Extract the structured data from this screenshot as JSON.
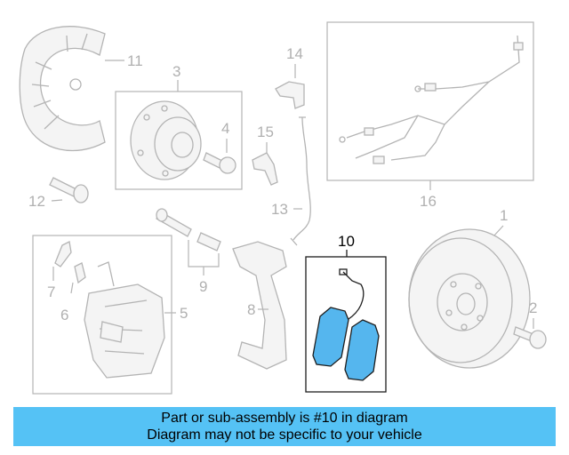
{
  "diagram": {
    "callouts": {
      "c1": "1",
      "c2": "2",
      "c3": "3",
      "c4": "4",
      "c5": "5",
      "c6": "6",
      "c7": "7",
      "c8": "8",
      "c9": "9",
      "c10": "10",
      "c11": "11",
      "c12": "12",
      "c13": "13",
      "c14": "14",
      "c15": "15",
      "c16": "16"
    },
    "highlighted_part": "10",
    "colors": {
      "highlight": "#55b6ee",
      "banner": "#55c2f5",
      "line": "#b4b4b4"
    }
  },
  "banner": {
    "line1": "Part or sub-assembly is #10 in diagram",
    "line2": "Diagram may not be specific to your vehicle"
  }
}
